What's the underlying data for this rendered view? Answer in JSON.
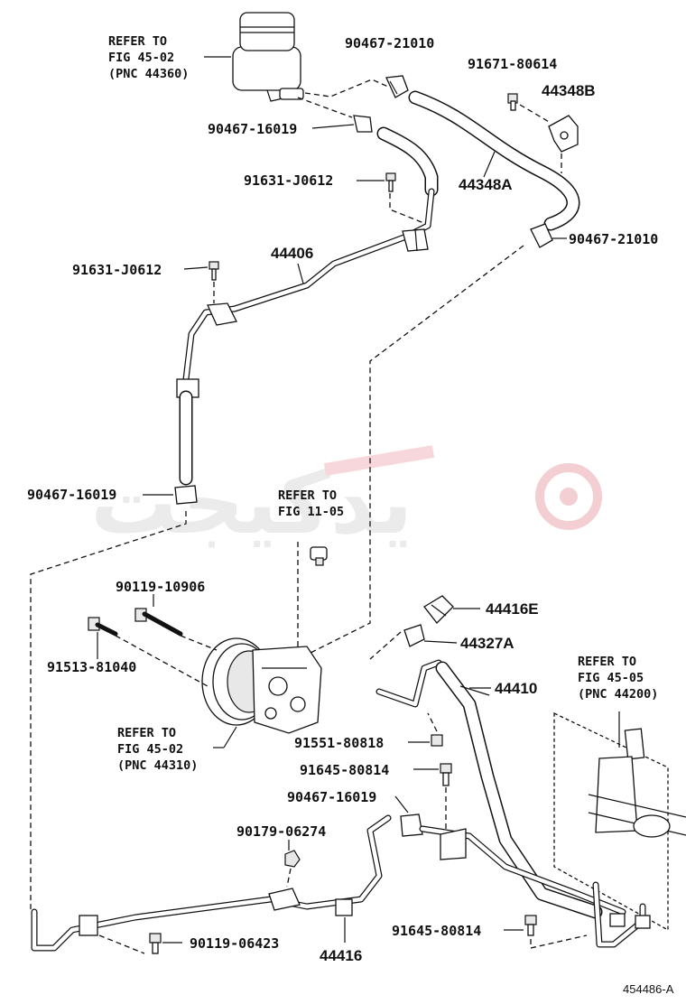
{
  "diagram_id": "454486-A",
  "watermark": "یدکیجت",
  "refs": {
    "reservoir": [
      "REFER TO",
      "FIG 45-02",
      "(PNC 44360)"
    ],
    "fig1105": [
      "REFER TO",
      "FIG 11-05"
    ],
    "pump": [
      "REFER TO",
      "FIG 45-02",
      "(PNC 44310)"
    ],
    "gear": [
      "REFER TO",
      "FIG 45-05",
      "(PNC 44200)"
    ]
  },
  "labels": {
    "clamp_a": "90467-21010",
    "bolt_a": "91671-80614",
    "bracket_b": "44348B",
    "clamp_b": "90467-16019",
    "bolt_b": "91631-J0612",
    "hose_a": "44348A",
    "clamp_c": "90467-21010",
    "pipe_44406": "44406",
    "bolt_c": "91631-J0612",
    "clamp_d": "90467-16019",
    "union_e": "44416E",
    "bolt_90119a": "90119-10906",
    "gasket": "44327A",
    "bolt_91513": "91513-81040",
    "hose_44410": "44410",
    "bolt_91551": "91551-80818",
    "bolt_91645a": "91645-80814",
    "clamp_e": "90467-16019",
    "nut_90179": "90179-06274",
    "bolt_91645b": "91645-80814",
    "bolt_90119b": "90119-06423",
    "pipe_44416": "44416"
  }
}
